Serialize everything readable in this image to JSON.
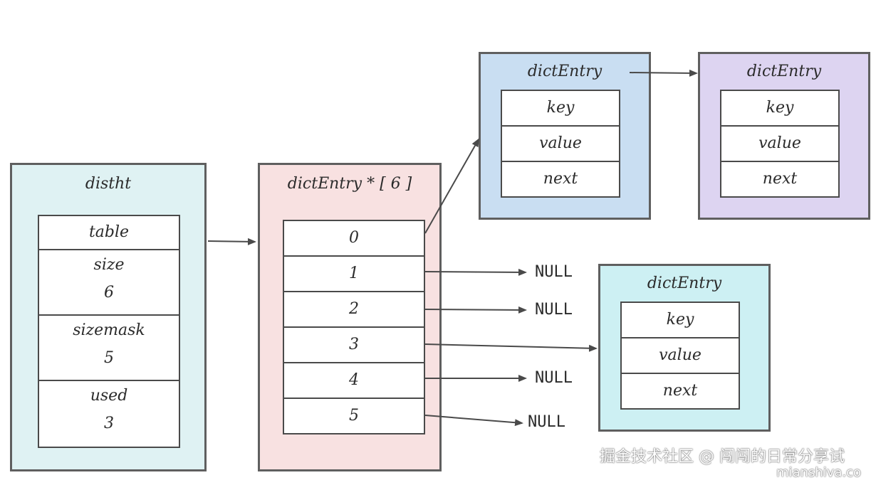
{
  "colors": {
    "dictht_bg": "#dff2f3",
    "table_bg": "#f8e1e1",
    "entry_a_bg": "#c9def2",
    "entry_b_bg": "#ddd4f1",
    "entry_c_bg": "#cdf0f3",
    "stroke": "#5f5f5f"
  },
  "dictht": {
    "title": "distht",
    "table_label": "table",
    "size_label": "size",
    "size_value": "6",
    "sizemask_label": "sizemask",
    "sizemask_value": "5",
    "used_label": "used",
    "used_value": "3"
  },
  "table_array": {
    "title": "dictEntry * [ 6 ]",
    "slots": [
      "0",
      "1",
      "2",
      "3",
      "4",
      "5"
    ]
  },
  "entry_a": {
    "title": "dictEntry",
    "fields": [
      "key",
      "value",
      "next"
    ]
  },
  "entry_b": {
    "title": "dictEntry",
    "fields": [
      "key",
      "value",
      "next"
    ]
  },
  "entry_c": {
    "title": "dictEntry",
    "fields": [
      "key",
      "value",
      "next"
    ]
  },
  "null_labels": [
    "NULL",
    "NULL",
    "NULL",
    "NULL"
  ],
  "watermark": {
    "line1": "掘金技术社区 @ 闯闯的日常分享试",
    "line2": "mianshiva.co"
  }
}
